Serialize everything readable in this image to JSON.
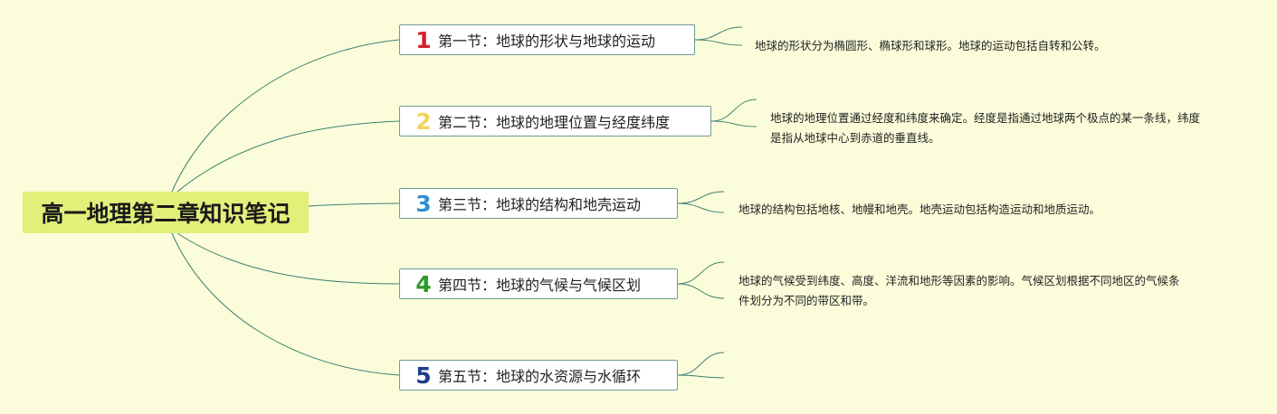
{
  "root": {
    "title": "高一地理第二章知识笔记"
  },
  "topics": [
    {
      "number": "1",
      "number_color": "#d42029",
      "label": "第一节：地球的形状与地球的运动",
      "note": "地球的形状分为椭圆形、椭球形和球形。地球的运动包括自转和公转。"
    },
    {
      "number": "2",
      "number_color": "#f4d55a",
      "label": "第二节：地球的地理位置与经度纬度",
      "note": "地球的地理位置通过经度和纬度来确定。经度是指通过地球两个极点的某一条线，纬度是指从地球中心到赤道的垂直线。"
    },
    {
      "number": "3",
      "number_color": "#2f8fd6",
      "label": "第三节：地球的结构和地壳运动",
      "note": "地球的结构包括地核、地幔和地壳。地壳运动包括构造运动和地质运动。"
    },
    {
      "number": "4",
      "number_color": "#2d9a2a",
      "label": "第四节：地球的气候与气候区划",
      "note": "地球的气候受到纬度、高度、洋流和地形等因素的影响。气候区划根据不同地区的气候条件划分为不同的带区和带。"
    },
    {
      "number": "5",
      "number_color": "#1d3e8a",
      "label": "第五节：地球的水资源与水循环",
      "note": ""
    }
  ],
  "line_color": "#3f7f74"
}
